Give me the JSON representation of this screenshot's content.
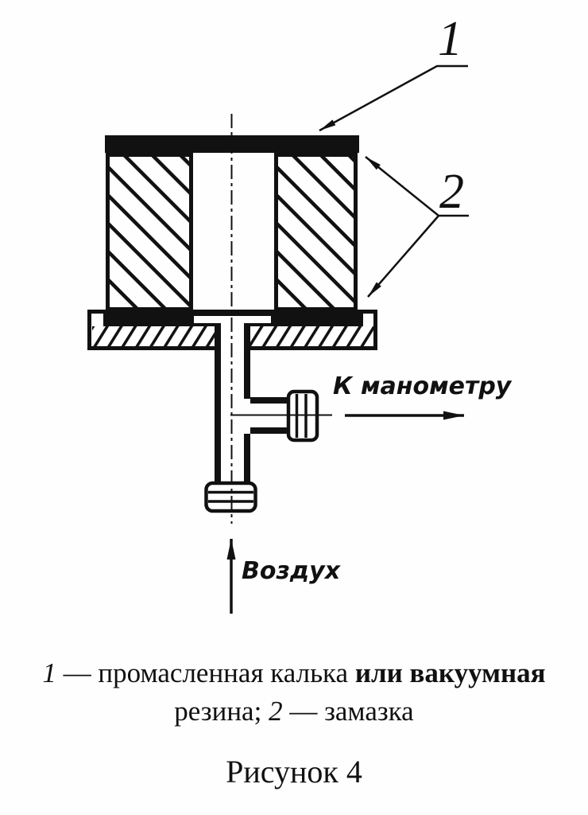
{
  "figure": {
    "callouts": {
      "label1": "1",
      "label2": "2"
    },
    "annotations": {
      "to_manometer": "К манометру",
      "air": "Воздух"
    },
    "caption": {
      "ref1": "1",
      "text1": " — промасленная калька ",
      "bold1": "или вакуумная",
      "text2a": "резина; ",
      "ref2": "2",
      "text2b": " — замазка"
    },
    "title": "Рисунок 4",
    "colors": {
      "ink": "#111111",
      "background": "#fefefe"
    }
  }
}
